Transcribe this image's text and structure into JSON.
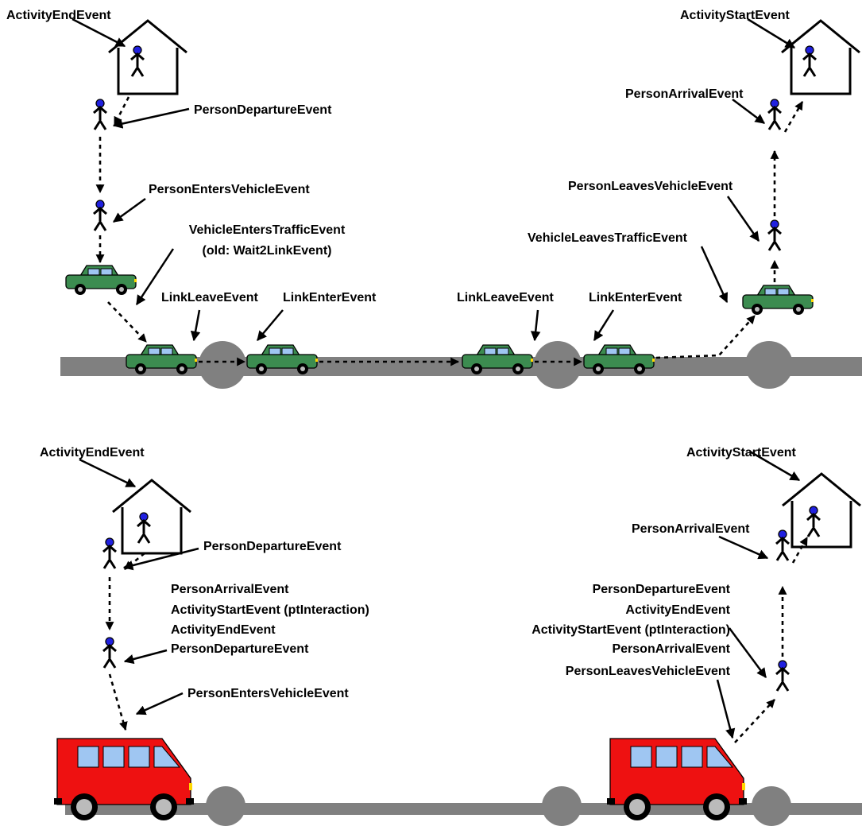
{
  "top_scenario": {
    "activity_end": "ActivityEndEvent",
    "person_departure": "PersonDepartureEvent",
    "person_enters_vehicle": "PersonEntersVehicleEvent",
    "vehicle_enters_traffic": "VehicleEntersTrafficEvent",
    "vehicle_enters_traffic_old": "(old: Wait2LinkEvent)",
    "link_leave_1": "LinkLeaveEvent",
    "link_enter_1": "LinkEnterEvent",
    "link_leave_2": "LinkLeaveEvent",
    "link_enter_2": "LinkEnterEvent",
    "vehicle_leaves_traffic": "VehicleLeavesTrafficEvent",
    "person_leaves_vehicle": "PersonLeavesVehicleEvent",
    "person_arrival": "PersonArrivalEvent",
    "activity_start": "ActivityStartEvent"
  },
  "bottom_scenario": {
    "activity_end": "ActivityEndEvent",
    "person_departure": "PersonDepartureEvent",
    "interaction_start": [
      "PersonArrivalEvent",
      "ActivityStartEvent (ptInteraction)",
      "ActivityEndEvent",
      "PersonDepartureEvent"
    ],
    "person_enters_vehicle": "PersonEntersVehicleEvent",
    "interaction_end": [
      "PersonDepartureEvent",
      "ActivityEndEvent",
      "ActivityStartEvent (ptInteraction)",
      "PersonArrivalEvent",
      "PersonLeavesVehicleEvent"
    ],
    "person_arrival": "PersonArrivalEvent",
    "activity_start": "ActivityStartEvent"
  },
  "colors": {
    "road": "#808080",
    "car_body": "#3c8c50",
    "bus_body": "#ee1111",
    "window": "#9fc6f2",
    "person_head": "#2020e0"
  }
}
